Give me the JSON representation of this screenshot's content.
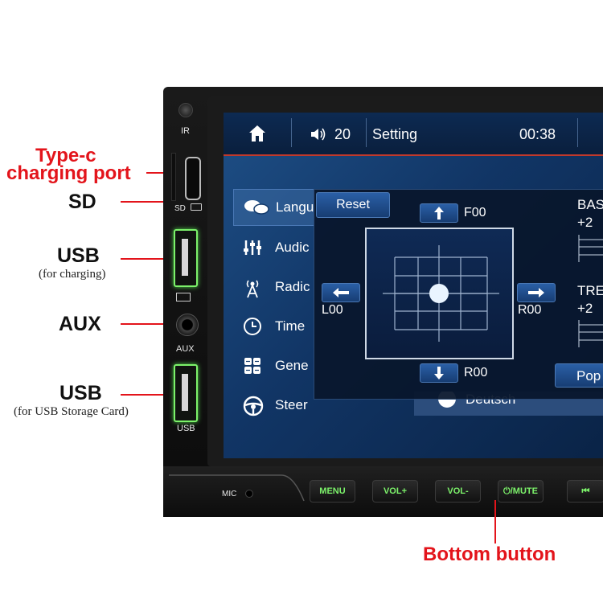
{
  "callouts": {
    "type_c_line1": "Type-c",
    "type_c_line2": "charging port",
    "sd": "SD",
    "usb_charging": "USB",
    "usb_charging_sub": "(for charging)",
    "aux": "AUX",
    "usb_storage": "USB",
    "usb_storage_sub": "(for USB Storage Card)",
    "bottom_button": "Bottom button"
  },
  "device_labels": {
    "ir": "IR",
    "sd": "SD",
    "aux": "AUX",
    "usb": "USB",
    "mic": "MIC"
  },
  "topbar": {
    "home_icon": "home-icon",
    "volume_icon": "speaker-icon",
    "volume": "20",
    "title": "Setting",
    "time": "00:38"
  },
  "menu": [
    {
      "label": "Langu",
      "icon": "chat-bubbles-icon"
    },
    {
      "label": "Audic",
      "icon": "equalizer-icon"
    },
    {
      "label": "Radic",
      "icon": "antenna-icon"
    },
    {
      "label": "Time",
      "icon": "clock-icon"
    },
    {
      "label": "Gene",
      "icon": "grid-icon"
    },
    {
      "label": "Steer",
      "icon": "steering-wheel-icon"
    }
  ],
  "behind_item": "Deutsch",
  "panel": {
    "reset": "Reset",
    "front": "F00",
    "left": "L00",
    "right": "R00",
    "rear": "R00",
    "bass_label": "BAS",
    "bass_value": "+2",
    "treble_label": "TRE",
    "treble_value": "+2",
    "preset": "Pop"
  },
  "hw_buttons": [
    "MENU",
    "VOL+",
    "VOL-",
    "⏻/MUTE",
    "⏮"
  ],
  "colors": {
    "callout_red": "#e3141b",
    "button_green": "#7cf26a"
  }
}
